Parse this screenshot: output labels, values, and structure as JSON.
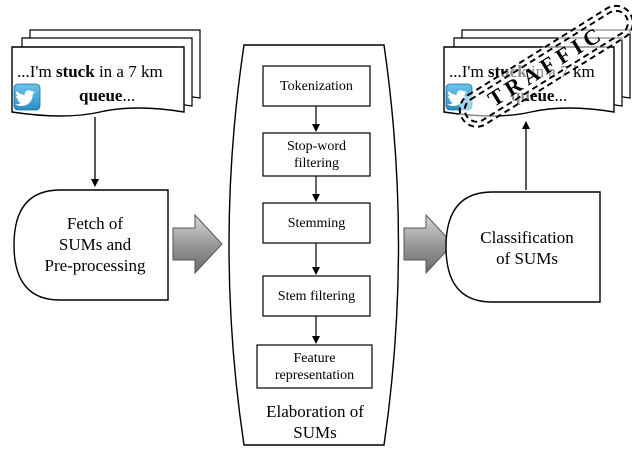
{
  "tweet_left": {
    "line1_pre": "...I'm ",
    "line1_bold": "stuck",
    "line1_post": " in a 7 km",
    "line2_bold": "queue",
    "line2_post": "..."
  },
  "tweet_right": {
    "line1": "...I'm ",
    "line1_bold": "stuck",
    "line1_post": " in a 7 km",
    "line2_bold": "queue",
    "line2_post": "..."
  },
  "stamp_text": "TRAFFIC",
  "fetch_box": {
    "lines": [
      "Fetch of",
      "SUMs and",
      "Pre-processing"
    ]
  },
  "classification_box": {
    "lines": [
      "Classification",
      "of SUMs"
    ]
  },
  "elaboration_box": {
    "lines": [
      "Elaboration of",
      "SUMs"
    ]
  },
  "steps": [
    {
      "lines": [
        "Tokenization"
      ]
    },
    {
      "lines": [
        "Stop-word",
        "filtering"
      ]
    },
    {
      "lines": [
        "Stemming"
      ]
    },
    {
      "lines": [
        "Stem filtering"
      ]
    },
    {
      "lines": [
        "Feature",
        "representation"
      ]
    }
  ],
  "colors": {
    "twitter_blue": "#39a5d6",
    "arrow_gray": "#9a9a9a"
  }
}
